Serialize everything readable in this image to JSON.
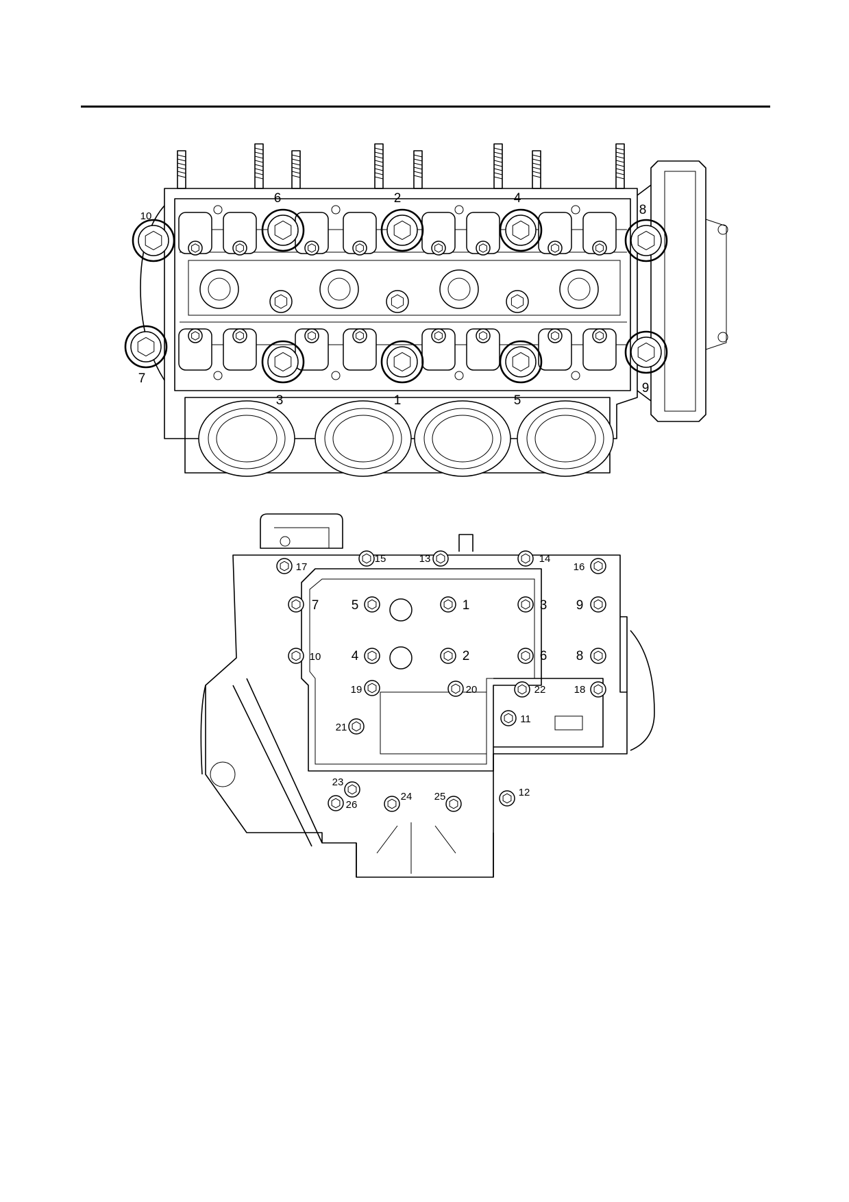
{
  "cylinder_head": {
    "callouts": [
      "1",
      "2",
      "3",
      "4",
      "5",
      "6",
      "7",
      "8",
      "9",
      "10"
    ]
  },
  "crankcase": {
    "callouts": [
      "1",
      "2",
      "3",
      "4",
      "5",
      "6",
      "7",
      "8",
      "9",
      "10",
      "11",
      "12",
      "13",
      "14",
      "15",
      "16",
      "17",
      "18",
      "19",
      "20",
      "21",
      "22",
      "23",
      "24",
      "25",
      "26"
    ]
  }
}
